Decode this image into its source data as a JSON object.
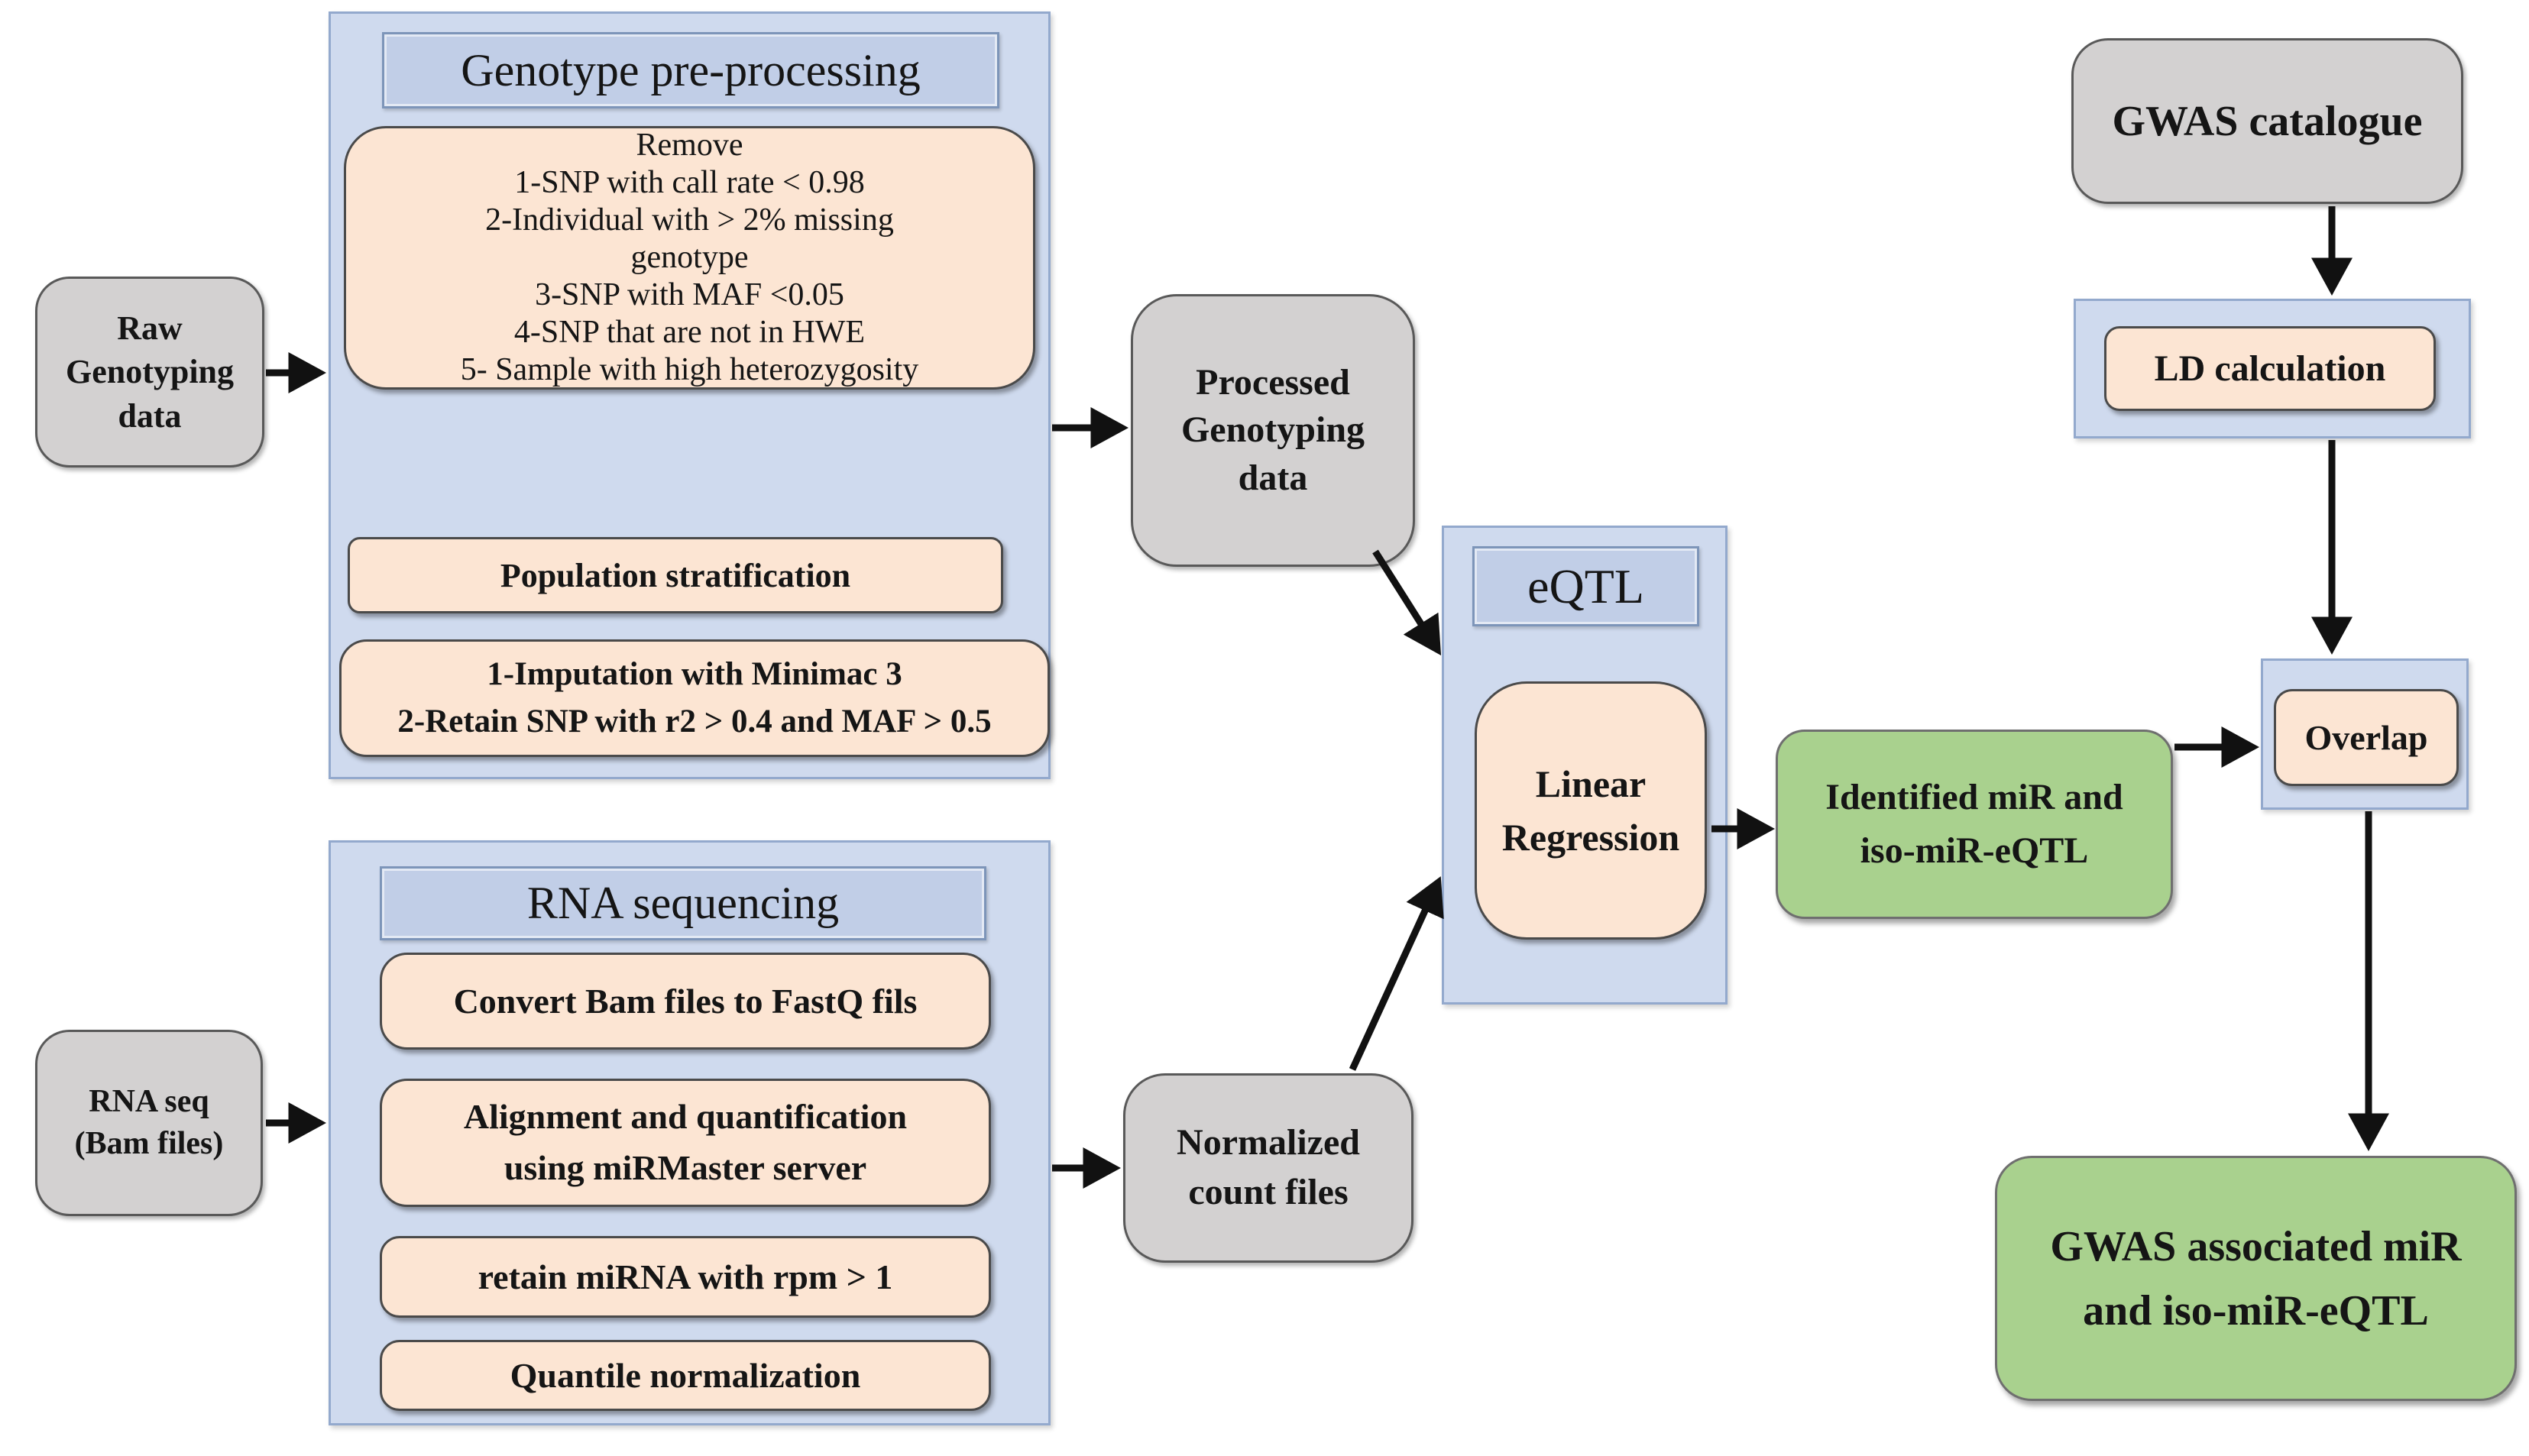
{
  "figure": {
    "type": "flowchart",
    "description": "miR and iso-miR eQTL analysis pipeline"
  },
  "colors": {
    "page_bg": "#ffffff",
    "container_blue": "#cfdaee",
    "container_border": "#93a9cd",
    "title_blue": "#c1cee7",
    "title_border": "#7d95b9",
    "peach": "#fce5d3",
    "gray": "#d3d1d1",
    "gray_border": "#595959",
    "green": "#a9d18e",
    "green_border": "#6f6f6f",
    "dark_border": "#4a4a4a",
    "arrow": "#111111"
  },
  "nodes": {
    "raw_genotyping": {
      "lines": [
        "Raw",
        "Genotyping",
        "data"
      ]
    },
    "genotype_preprocessing": {
      "title": "Genotype pre-processing",
      "remove_steps": {
        "lines": [
          "Remove",
          "1-SNP with call rate < 0.98",
          "2-Individual with > 2% missing",
          "genotype",
          "3-SNP with MAF <0.05",
          "4-SNP that are not in HWE",
          "5- Sample with high heterozygosity"
        ]
      },
      "population_stratification": "Population stratification",
      "imputation": {
        "lines": [
          "1-Imputation with Minimac 3",
          "2-Retain SNP with r2 > 0.4 and MAF > 0.5"
        ]
      }
    },
    "processed_genotyping": {
      "lines": [
        "Processed",
        "Genotyping",
        "data"
      ]
    },
    "eqtl": {
      "title": "eQTL",
      "linear_regression": {
        "lines": [
          "Linear",
          "Regression"
        ]
      }
    },
    "identified_eqtl": {
      "lines": [
        "Identified miR and",
        "iso-miR-eQTL"
      ]
    },
    "gwas_catalogue": {
      "label": "GWAS catalogue"
    },
    "ld_calculation": {
      "label": "LD calculation"
    },
    "overlap": {
      "label": "Overlap"
    },
    "gwas_associated": {
      "lines": [
        "GWAS associated miR",
        "and iso-miR-eQTL"
      ]
    },
    "rna_seq_input": {
      "lines": [
        "RNA seq",
        "(Bam files)"
      ]
    },
    "rna_sequencing": {
      "title": "RNA sequencing",
      "convert": "Convert Bam files to FastQ fils",
      "alignment": {
        "lines": [
          "Alignment and quantification",
          "using miRMaster server"
        ]
      },
      "retain": "retain miRNA with rpm > 1",
      "quantile": "Quantile normalization"
    },
    "normalized_counts": {
      "lines": [
        "Normalized",
        "count files"
      ]
    }
  }
}
